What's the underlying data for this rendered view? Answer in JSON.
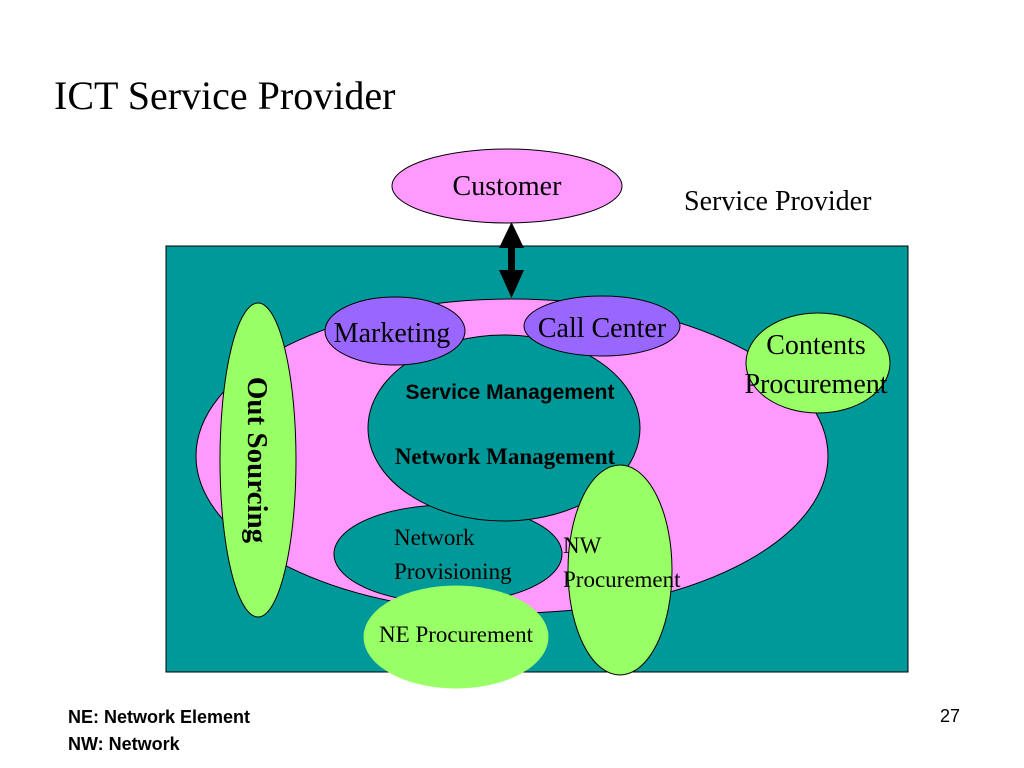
{
  "slide": {
    "title": "ICT Service Provider",
    "page_number": "27"
  },
  "diagram": {
    "nodes": {
      "customer": "Customer",
      "service_provider": "Service Provider",
      "marketing": "Marketing",
      "call_center": "Call Center",
      "contents_procurement": [
        "Contents",
        "Procurement"
      ],
      "out_sourcing": "Out Sourcing",
      "service_management": "Service Management",
      "network_management": "Network Management",
      "network_provisioning": [
        "Network",
        "Provisioning"
      ],
      "nw_procurement": [
        "NW",
        "Procurement"
      ],
      "ne_procurement": "NE Procurement"
    },
    "colors": {
      "provider_box": "#009999",
      "main_oval": "#FF99FF",
      "marketing_callcenter": "#9966FF",
      "green_ovals": "#99FF66",
      "inner_oval": "#009999",
      "customer": "#FF99FF"
    }
  },
  "legend": {
    "line1": "NE: Network Element",
    "line2": "NW: Network"
  }
}
